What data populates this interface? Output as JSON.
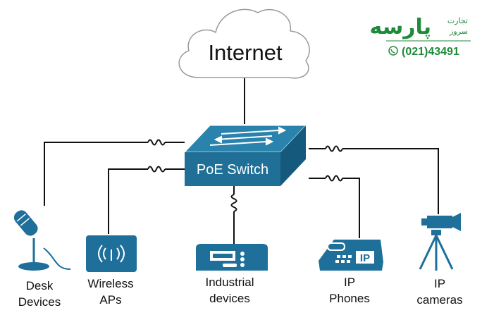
{
  "cloud": {
    "label": "Internet"
  },
  "switch": {
    "label": "PoE Switch"
  },
  "devices": [
    {
      "id": "desk",
      "line1": "Desk",
      "line2": "Devices",
      "icon": "microphone-icon"
    },
    {
      "id": "ap",
      "line1": "Wireless",
      "line2": "APs",
      "icon": "wireless-ap-icon"
    },
    {
      "id": "industrial",
      "line1": "Industrial",
      "line2": "devices",
      "icon": "industrial-device-icon"
    },
    {
      "id": "phone",
      "line1": "IP",
      "line2": "Phones",
      "icon": "ip-phone-icon"
    },
    {
      "id": "camera",
      "line1": "IP",
      "line2": "cameras",
      "icon": "ip-camera-icon"
    }
  ],
  "phone_icon_text": "IP",
  "ap_icon_text": "((·))",
  "brand": {
    "name": "پارسه",
    "tagline_top": "تجارت",
    "tagline_bottom": "سروز",
    "phone": "(021)43491"
  },
  "colors": {
    "switch_blue": "#1f6f96",
    "switch_top": "#2a83ad",
    "device_blue": "#1e6f9a",
    "brand_green": "#1f8a3a",
    "cloud_stroke": "#9a9a9a"
  }
}
